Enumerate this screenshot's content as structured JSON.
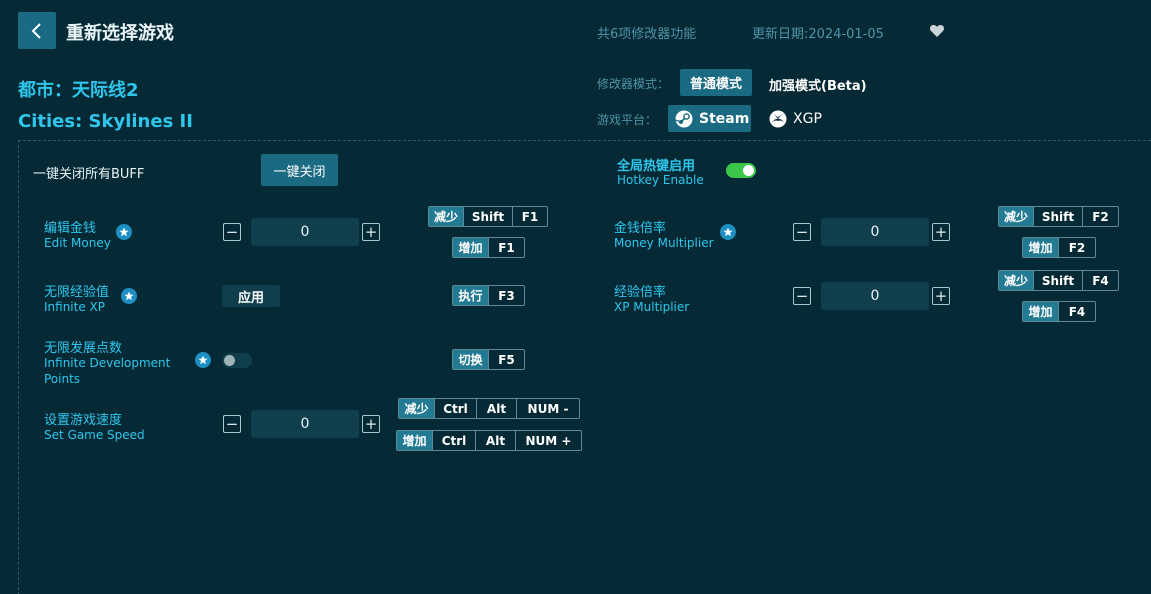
{
  "header": {
    "title": "重新选择游戏",
    "feature_count": "共6项修改器功能",
    "update_date": "更新日期:2024-01-05"
  },
  "game": {
    "name_cn": "都市：天际线2",
    "name_en": "Cities: Skylines II"
  },
  "mode": {
    "label": "修改器模式：",
    "normal": "普通模式",
    "enhanced": "加强模式(Beta)"
  },
  "platform": {
    "label": "游戏平台：",
    "steam": "Steam",
    "xgp": "XGP"
  },
  "controls": {
    "close_all_label": "一键关闭所有BUFF",
    "close_all_button": "一键关闭",
    "hotkey_cn": "全局热键启用",
    "hotkey_en": "Hotkey Enable",
    "hotkey_enabled": true
  },
  "options": {
    "edit_money": {
      "cn": "编辑金钱",
      "en": "Edit Money",
      "value": "0",
      "keys": {
        "decrease": {
          "action": "减少",
          "mod": "Shift",
          "key": "F1"
        },
        "increase": {
          "action": "增加",
          "key": "F1"
        }
      }
    },
    "infinite_xp": {
      "cn": "无限经验值",
      "en": "Infinite XP",
      "apply": "应用",
      "keys": {
        "run": {
          "action": "执行",
          "key": "F3"
        }
      }
    },
    "infinite_dev": {
      "cn": "无限发展点数",
      "en_line1": "Infinite Development",
      "en_line2": "Points",
      "enabled": false,
      "keys": {
        "toggle": {
          "action": "切换",
          "key": "F5"
        }
      }
    },
    "game_speed": {
      "cn": "设置游戏速度",
      "en": "Set Game Speed",
      "value": "0",
      "keys": {
        "decrease": {
          "action": "减少",
          "mod1": "Ctrl",
          "mod2": "Alt",
          "key": "NUM -"
        },
        "increase": {
          "action": "增加",
          "mod1": "Ctrl",
          "mod2": "Alt",
          "key": "NUM +"
        }
      }
    },
    "money_multiplier": {
      "cn": "金钱倍率",
      "en": "Money Multiplier",
      "value": "0",
      "keys": {
        "decrease": {
          "action": "减少",
          "mod": "Shift",
          "key": "F2"
        },
        "increase": {
          "action": "增加",
          "key": "F2"
        }
      }
    },
    "xp_multiplier": {
      "cn": "经验倍率",
      "en": "XP Multiplier",
      "value": "0",
      "keys": {
        "decrease": {
          "action": "减少",
          "mod": "Shift",
          "key": "F4"
        },
        "increase": {
          "action": "增加",
          "key": "F4"
        }
      }
    }
  },
  "symbols": {
    "minus": "−",
    "plus": "+"
  },
  "colors": {
    "background": "#062a35",
    "accent": "#1a6b82",
    "label_cyan": "#2fc6ec",
    "toggle_on": "#3bc64a"
  },
  "icons": [
    "back-arrow-icon",
    "heart-icon",
    "steam-icon",
    "xbox-icon",
    "star-icon"
  ]
}
